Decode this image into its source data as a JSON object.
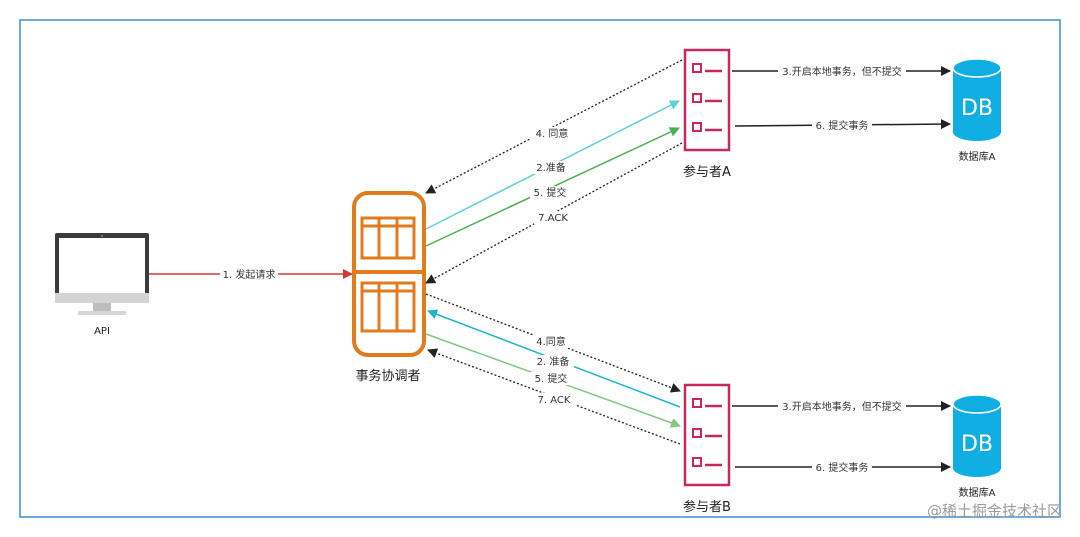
{
  "colors": {
    "frame": "#3a8fd6",
    "api": "#d23a3a",
    "coordinator": "#e07b1e",
    "participant": "#c9285e",
    "db": "#11aee4",
    "prepare": "#5fd0da",
    "commitA": "#4caf50",
    "prepareB": "#1fb5c9",
    "commitB": "#80c883",
    "dotted": "#222222"
  },
  "nodes": {
    "api": "API",
    "coordinator": "事务协调者",
    "participant_a": "参与者A",
    "participant_b": "参与者B",
    "db_a_icon": "DB",
    "db_a": "数据库A",
    "db_b_icon": "DB",
    "db_b": "数据库A"
  },
  "edges": {
    "api_request": "1. 发起请求",
    "a_agree": "4. 同意",
    "a_prepare": "2.准备",
    "a_commit": "5. 提交",
    "a_ack": "7.ACK",
    "a_local_tx": "3.开启本地事务，但不提交",
    "a_commit_tx": "6. 提交事务",
    "b_agree": "4.同意",
    "b_prepare": "2. 准备",
    "b_commit": "5. 提交",
    "b_ack": "7. ACK",
    "b_local_tx": "3.开启本地事务，但不提交",
    "b_commit_tx": "6. 提交事务"
  },
  "watermark": "@稀土掘金技术社区"
}
